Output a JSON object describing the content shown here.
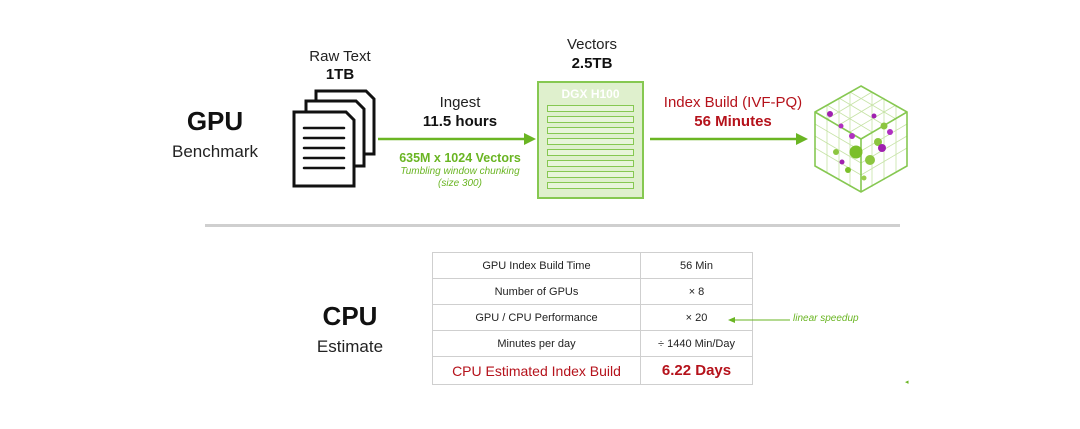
{
  "gpu_section": {
    "title": "GPU",
    "subtitle": "Benchmark"
  },
  "raw_text": {
    "label": "Raw Text",
    "size": "1TB"
  },
  "ingest": {
    "label": "Ingest",
    "duration": "11.5 hours",
    "vectors": "635M x 1024 Vectors",
    "chunking_line1": "Tumbling window chunking",
    "chunking_line2": "(size 300)"
  },
  "vectors": {
    "label": "Vectors",
    "size": "2.5TB"
  },
  "dgx": {
    "label": "DGX H100"
  },
  "index_build": {
    "label": "Index Build (IVF-PQ)",
    "duration": "56 Minutes"
  },
  "cpu_section": {
    "title": "CPU",
    "subtitle": "Estimate"
  },
  "cpu_table": {
    "rows": [
      {
        "label": "GPU Index Build Time",
        "value": "56 Min"
      },
      {
        "label": "Number of GPUs",
        "value": "× 8"
      },
      {
        "label": "GPU / CPU Performance",
        "value": "× 20"
      },
      {
        "label": "Minutes per day",
        "value": "÷ 1440 Min/Day"
      },
      {
        "label": "CPU Estimated Index Build",
        "value": "6.22 Days"
      }
    ]
  },
  "speedup_note": "linear speedup",
  "colors": {
    "green": "#6ab523",
    "red": "#b5121b",
    "light_green": "#dff0cd"
  },
  "icons": [
    "documents-icon",
    "arrow-icon",
    "server-icon",
    "vector-cube-icon"
  ]
}
